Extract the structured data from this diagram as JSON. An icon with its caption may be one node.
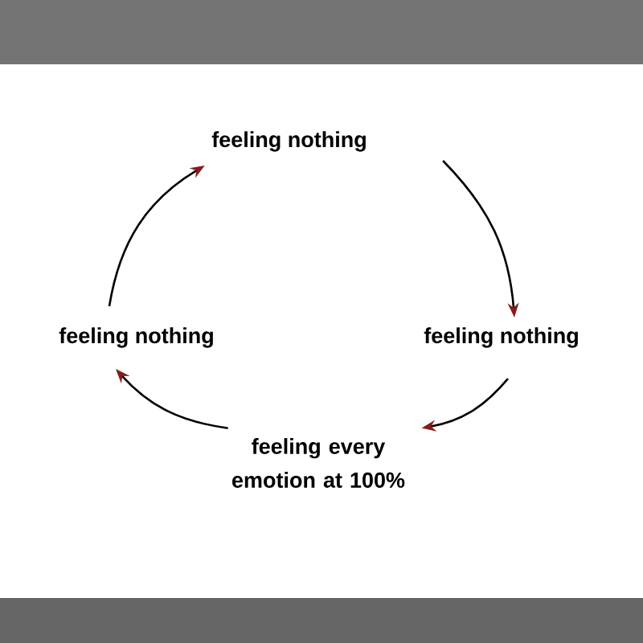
{
  "diagram": {
    "nodes": [
      {
        "text": [
          "feeling nothing"
        ]
      },
      {
        "text": [
          "feeling nothing"
        ]
      },
      {
        "text": [
          "feeling every emotion at 100%"
        ]
      },
      {
        "text": [
          "feeling nothing"
        ]
      }
    ],
    "edges": [
      {
        "from": 0,
        "to": 1,
        "arrow": "to"
      },
      {
        "from": 1,
        "to": 2,
        "arrow": "to"
      },
      {
        "from": 2,
        "to": 3,
        "arrow": "to"
      },
      {
        "from": 3,
        "to": 0,
        "arrow": "to"
      }
    ]
  }
}
